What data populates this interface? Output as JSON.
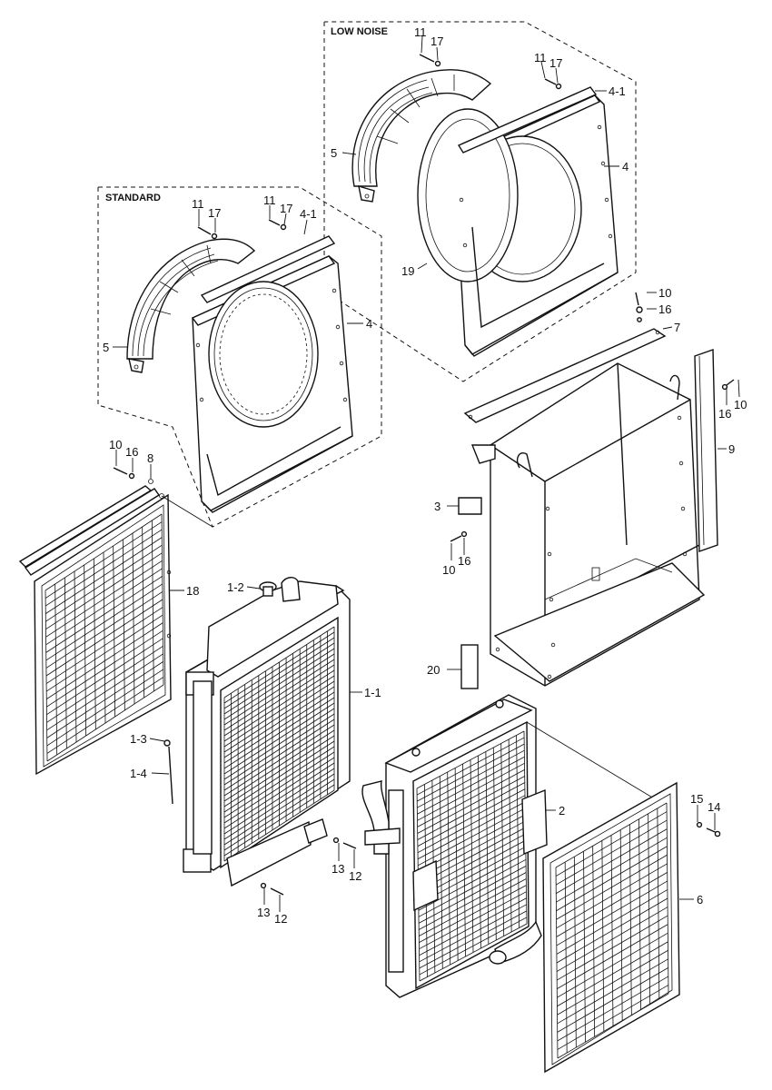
{
  "sections": {
    "low_noise": "LOW NOISE",
    "standard": "STANDARD"
  },
  "callouts": {
    "c11a": "11",
    "c17a": "17",
    "c11b": "11",
    "c17b": "17",
    "c41a": "4-1",
    "c5a": "5",
    "c4a": "4",
    "c19": "19",
    "c11c": "11",
    "c17c": "17",
    "c11d": "11",
    "c17d": "17",
    "c41b": "4-1",
    "c5b": "5",
    "c4b": "4",
    "c10a": "10",
    "c16a": "16",
    "c7": "7",
    "c16b": "16",
    "c10b": "10",
    "c9": "9",
    "c3": "3",
    "c10c": "10",
    "c16c": "16",
    "c10d": "10",
    "c16d": "16",
    "c8": "8",
    "c18": "18",
    "c12title": "1-2",
    "c11": "1-1",
    "c13x": "1-3",
    "c14x": "1-4",
    "c20": "20",
    "c13a": "13",
    "c12a": "12",
    "c13b": "13",
    "c12b": "12",
    "c2": "2",
    "c15": "15",
    "c14": "14",
    "c6": "6"
  }
}
